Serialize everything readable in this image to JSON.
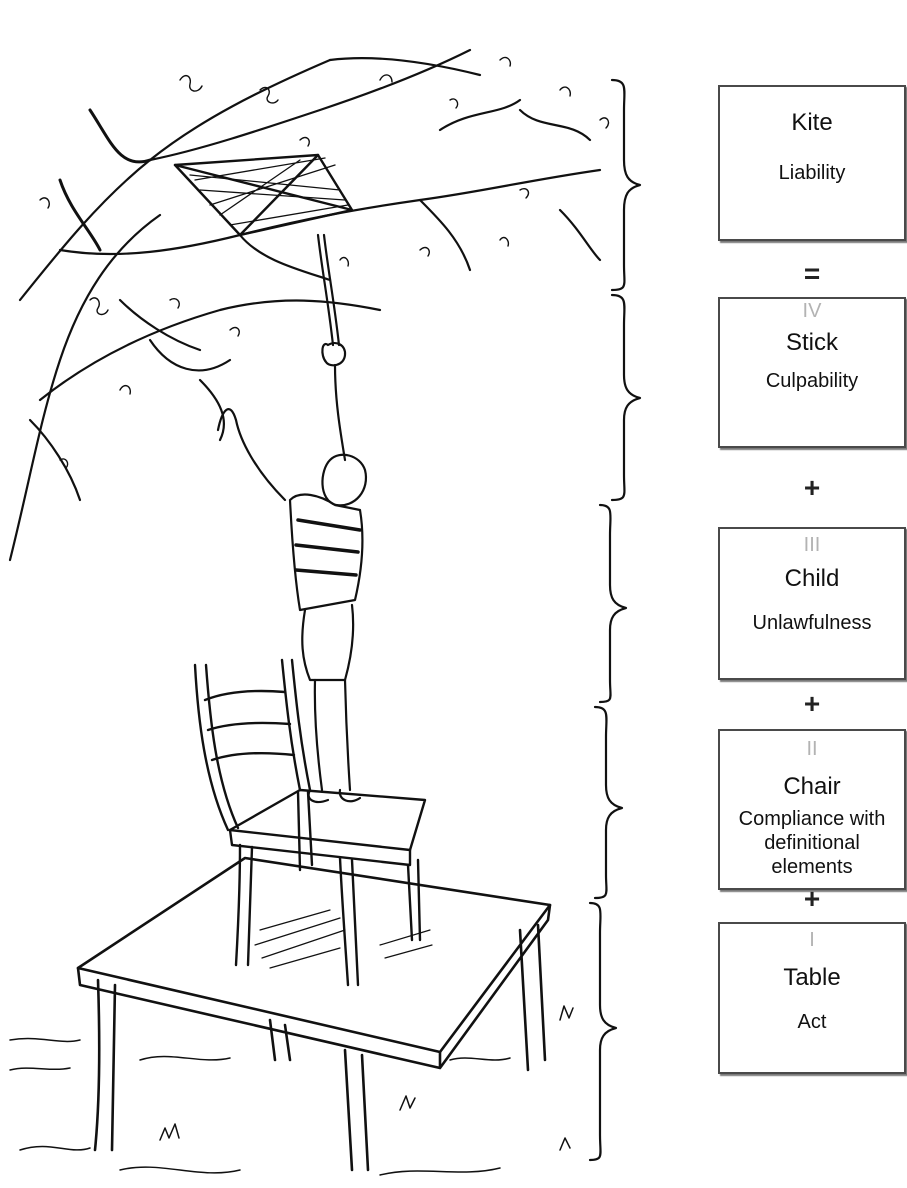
{
  "levels": [
    {
      "roman": "",
      "name": "Kite",
      "desc": "Liability"
    },
    {
      "roman": "IV",
      "name": "Stick",
      "desc": "Culpability"
    },
    {
      "roman": "III",
      "name": "Child",
      "desc": "Unlawfulness"
    },
    {
      "roman": "II",
      "name": "Chair",
      "desc": "Compliance with definitional elements"
    },
    {
      "roman": "I",
      "name": "Table",
      "desc": "Act"
    }
  ],
  "operators": [
    "=",
    "+",
    "+",
    "+"
  ],
  "colors": {
    "box_border": "#4a4a4a",
    "roman": "#b3b3b3",
    "ink": "#111111"
  }
}
